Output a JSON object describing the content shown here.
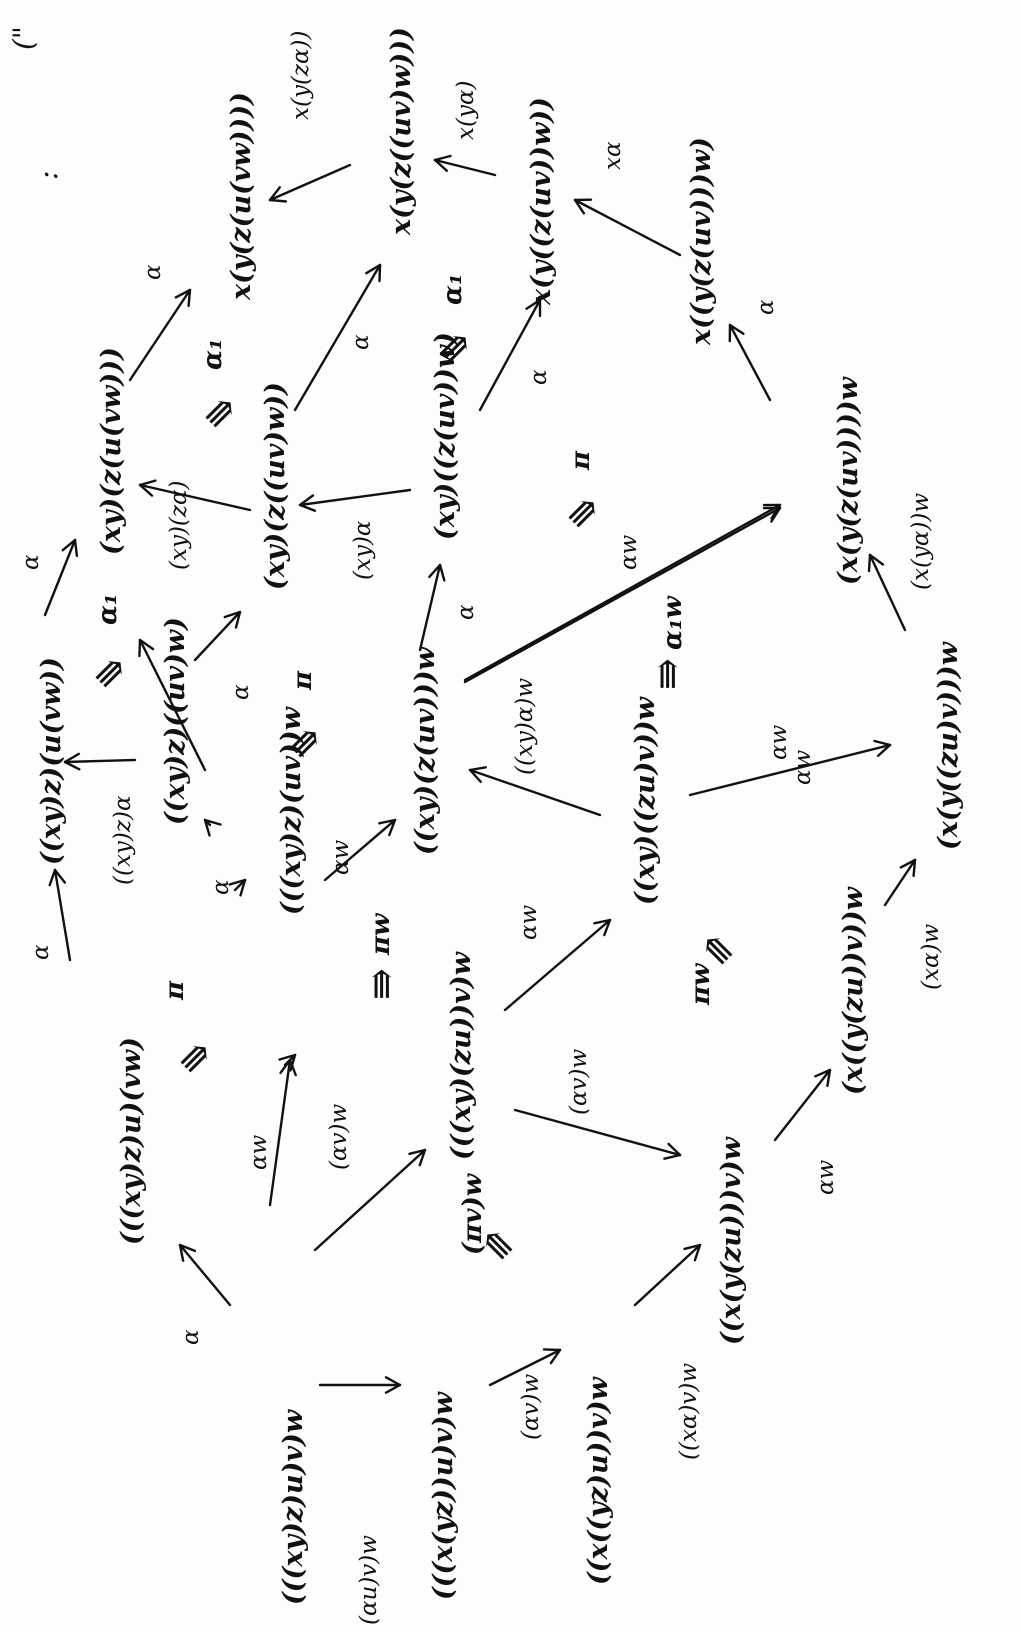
{
  "corner_marks": {
    "equals": "(\"",
    "colon": ":"
  },
  "nodes": {
    "n1": "(((xy)z)u)v)w",
    "n2": "(((xy)z)u)(vw)",
    "n3": "((xy)z)(u(vw))",
    "n4": "(xy)(z(u(vw)))",
    "n5": "x(y(z(u(vw))))",
    "n6": "(((xy)z)(uv))w",
    "n7": "((xy)z)((uv)w)",
    "n8": "(xy)(z((uv)w))",
    "n9": "x(y(z((uv)w)))",
    "n10": "((xy)(z(uv)))w",
    "n11": "(xy)((z(uv))w)",
    "n12": "x(y((z(uv))w))",
    "n13": "x((y(z(uv)))w)",
    "n14": "(((x(yz))u)v)w",
    "n15": "(((xy)(zu))v)w",
    "n16": "((x((yz)u))v)w",
    "n17": "((xy)((zu)v))w",
    "n18": "((x(y(zu)))v)w",
    "n19": "(x((y(zu))v))w",
    "n20": "(x(y((zu)v)))w",
    "n21": "(x(y(z(uv))))w"
  },
  "edge_labels": {
    "e1": "α",
    "e2": "α",
    "e3": "α",
    "e4": "α",
    "e5": "((xy)z)α",
    "e6": "α",
    "e7": "(xy)(zα)",
    "e8": "α",
    "e9": "x(y(zα))",
    "e10": "α",
    "e11": "αw",
    "e12": "(xy)α",
    "e13": "α",
    "e14": "x(yα)",
    "e15": "αw",
    "e16": "xα",
    "e17": "α",
    "e18": "(αu)v)w",
    "e19": "(αv)w",
    "e20": "(αv)w",
    "e21": "αw",
    "e22": "((xy)α)w",
    "e23": "αw",
    "e24": "αw",
    "e25": "((xα)v)w",
    "e26": "(αv)w",
    "e27": "αw",
    "e28": "(xα)w",
    "e29": "(x(yα))w",
    "e30": "α",
    "e31": "αw"
  },
  "cells": {
    "c1": "⇛",
    "c1l": "π",
    "c2": "⇛",
    "c2l": "α₁",
    "c3": "⇛",
    "c3l": "α₁",
    "c4": "⇛",
    "c4l": "π",
    "c5": "⇛",
    "c5l": "α₁",
    "c6": "⇛",
    "c6l": "πw",
    "c7": "⇛",
    "c7l": "π",
    "c8": "⇛",
    "c8l": "α₁w",
    "c9": "⇛",
    "c9l": "(πv)w",
    "c10": "⇛",
    "c10l": "πw"
  }
}
